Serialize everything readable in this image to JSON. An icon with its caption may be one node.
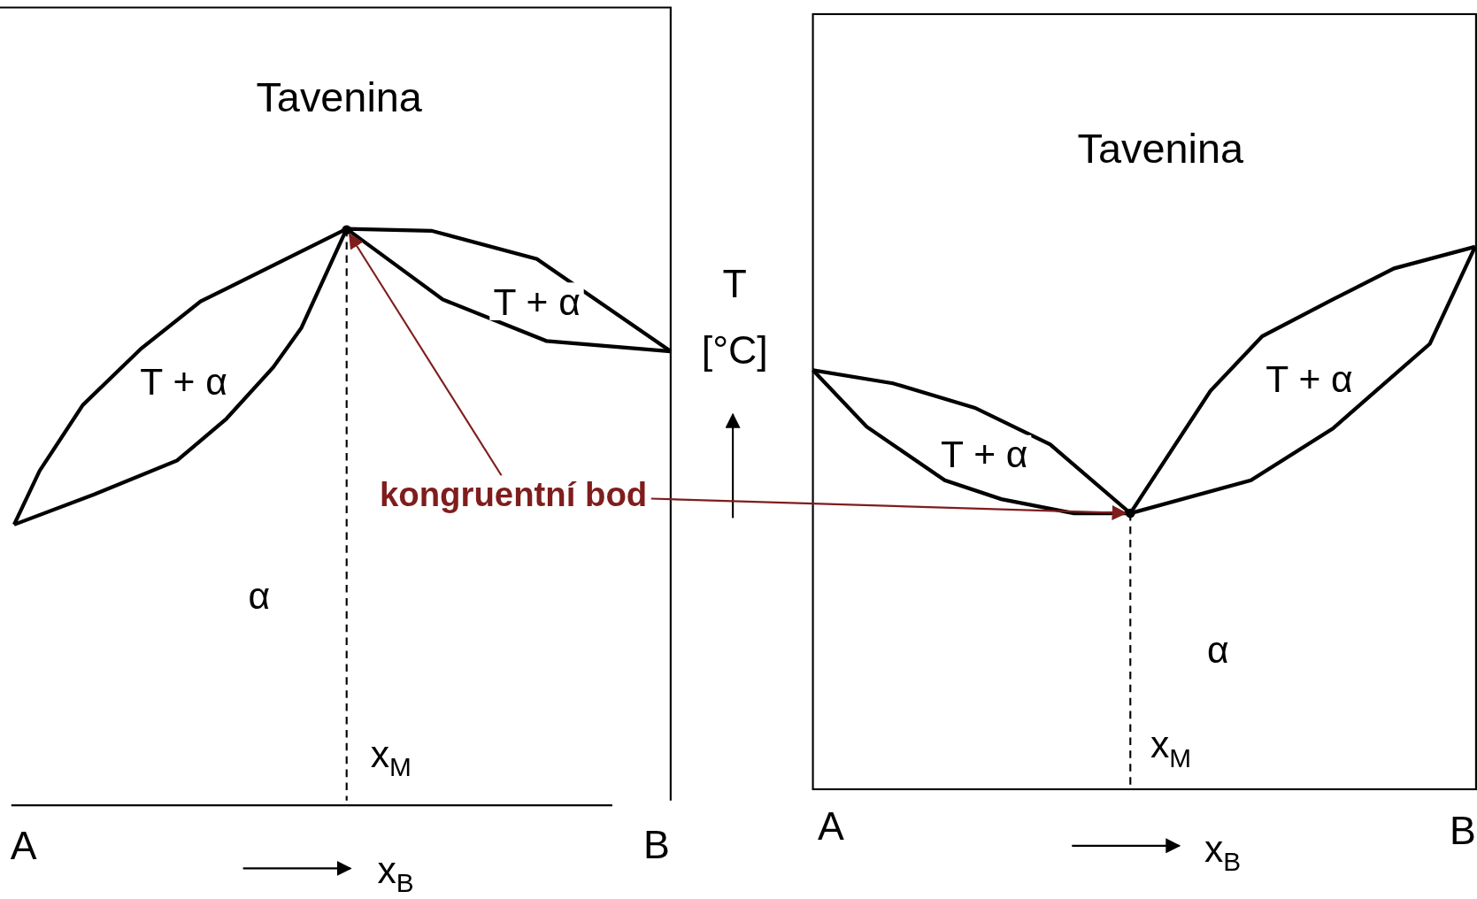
{
  "diagram": {
    "nodes": [
      {
        "text": [
          "kongruentní bod"
        ]
      },
      {
        "text": [],
        "shape": "circle"
      },
      {
        "text": [],
        "shape": "circle"
      }
    ],
    "edges": [
      {
        "from": 0,
        "to": 1,
        "arrow": "to",
        "color": "#7f1d1d"
      },
      {
        "from": 0,
        "to": 2,
        "arrow": "to",
        "color": "#7f1d1d"
      }
    ],
    "labels": [
      "Tavenina",
      "T + α",
      "T + α",
      "α",
      "x$_{M}$",
      "A",
      "B",
      "x$_{B}$",
      "T",
      "[°C]",
      "Tavenina",
      "T + α",
      "T + α",
      "α",
      "x$_{M}$",
      "A",
      "B",
      "x$_{B}$"
    ]
  }
}
